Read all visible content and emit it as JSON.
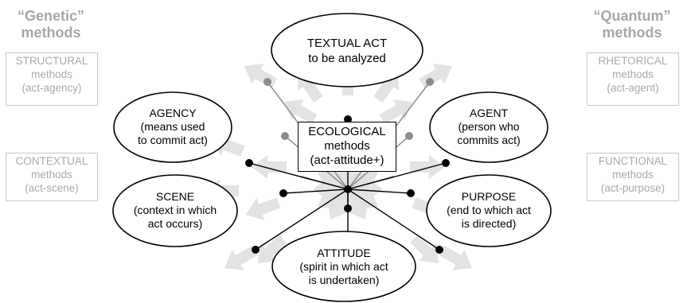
{
  "headings": {
    "left": [
      "“Genetic”",
      "methods"
    ],
    "right": [
      "“Quantum”",
      "methods"
    ]
  },
  "side_boxes": {
    "structural": [
      "STRUCTURAL",
      "methods",
      "(act-agency)"
    ],
    "contextual": [
      "CONTEXTUAL",
      "methods",
      "(act-scene)"
    ],
    "rhetorical": [
      "RHETORICAL",
      "methods",
      "(act-agent)"
    ],
    "functional": [
      "FUNCTIONAL",
      "methods",
      "(act-purpose)"
    ]
  },
  "nodes": {
    "textual_act": [
      "TEXTUAL ACT",
      "to be analyzed"
    ],
    "agency": [
      "AGENCY",
      "(means used",
      "to commit act)"
    ],
    "agent": [
      "AGENT",
      "(person who",
      "commits act)"
    ],
    "scene": [
      "SCENE",
      "(context in which",
      "act occurs)"
    ],
    "purpose": [
      "PURPOSE",
      "(end to which act",
      "is directed)"
    ],
    "attitude": [
      "ATTITUDE",
      "(spirit in which act",
      "is undertaken)"
    ]
  },
  "center": [
    "ECOLOGICAL",
    "methods",
    "(act-attitude+)"
  ],
  "colors": {
    "heading_gray": "#a6a6a6",
    "side_box_border": "#c8c8c8",
    "side_box_text": "#a9a9a9",
    "arrow_fill": "#d9d9d9",
    "faded_dot": "#8c8c8c",
    "line": "#000000"
  }
}
